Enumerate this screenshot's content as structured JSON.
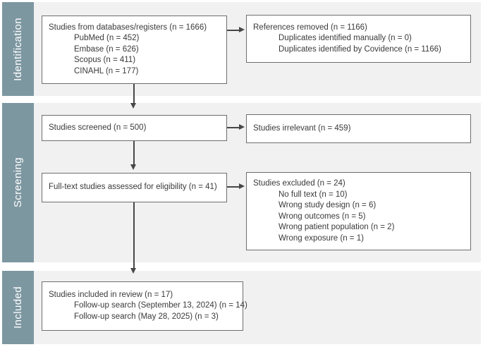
{
  "colors": {
    "sidebar": "#7D97A1",
    "band_background": "#F1F1F1",
    "box_border": "#6E6E6E",
    "box_background": "#FFFFFF",
    "arrow": "#474747",
    "text": "#3A3A3A",
    "sidebar_text": "#FFFFFF"
  },
  "stages": [
    {
      "id": "identification",
      "label": "Identification"
    },
    {
      "id": "screening",
      "label": "Screening"
    },
    {
      "id": "included",
      "label": "Included"
    }
  ],
  "boxes": {
    "databases": {
      "title": "Studies from databases/registers (n = 1666)",
      "items": [
        "PubMed (n = 452)",
        "Embase (n = 626)",
        "Scopus (n = 411)",
        "CINAHL (n = 177)"
      ]
    },
    "references_removed": {
      "title": "References removed (n = 1166)",
      "items": [
        "Duplicates identified manually (n = 0)",
        "Duplicates identified by Covidence (n = 1166)"
      ]
    },
    "screened": {
      "title": "Studies screened (n = 500)",
      "items": []
    },
    "irrelevant": {
      "title": "Studies irrelevant (n = 459)",
      "items": []
    },
    "fulltext": {
      "title": "Full-text studies assessed for eligibility (n = 41)",
      "items": []
    },
    "excluded": {
      "title": "Studies excluded (n = 24)",
      "items": [
        "No full text (n = 10)",
        "Wrong study design (n = 6)",
        "Wrong outcomes (n = 5)",
        "Wrong patient population (n = 2)",
        "Wrong exposure (n = 1)"
      ]
    },
    "included": {
      "title": "Studies included in review (n = 17)",
      "items": [
        "Follow-up search (September 13, 2024) (n = 14)",
        "Follow-up search (May 28, 2025) (n = 3)"
      ]
    }
  }
}
